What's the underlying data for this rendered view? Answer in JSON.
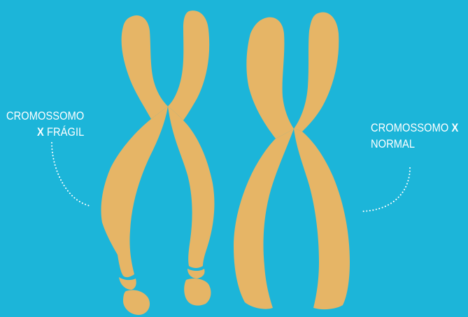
{
  "colors": {
    "background": "#1cb5d9",
    "chromosome": "#e6b566",
    "text": "#ffffff",
    "connector": "#ffffff"
  },
  "labels": {
    "fragile": {
      "line1": "CROMOSSOMO",
      "line2_bold": "X",
      "line2_rest": "FRÁGIL"
    },
    "normal": {
      "line1_rest": "CROMOSSOMO",
      "line1_bold": "X",
      "line2": "NORMAL"
    }
  }
}
